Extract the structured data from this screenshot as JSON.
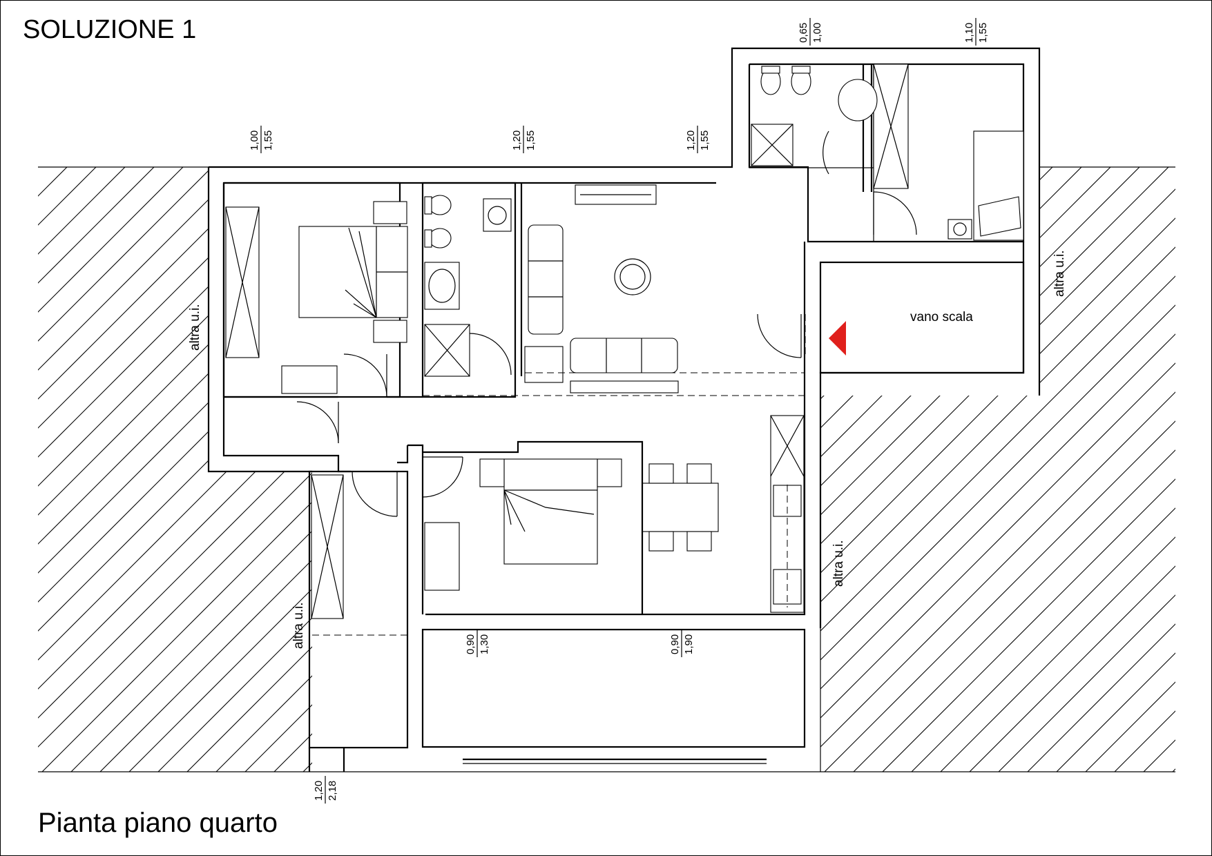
{
  "titles": {
    "solution": "SOLUZIONE 1",
    "floor": "Pianta piano quarto"
  },
  "labels": {
    "stair": "vano scala",
    "other_unit": "altra u.i."
  },
  "windows": [
    {
      "id": "w1",
      "top": "1,00",
      "bottom": "1,55"
    },
    {
      "id": "w2",
      "top": "1,20",
      "bottom": "1,55"
    },
    {
      "id": "w3",
      "top": "1,20",
      "bottom": "1,55"
    },
    {
      "id": "w4",
      "top": "0,65",
      "bottom": "1,00"
    },
    {
      "id": "w5",
      "top": "1,10",
      "bottom": "1,55"
    },
    {
      "id": "w6",
      "top": "0,90",
      "bottom": "1,30"
    },
    {
      "id": "w7",
      "top": "0,90",
      "bottom": "1,90"
    },
    {
      "id": "w8",
      "top": "1,20",
      "bottom": "2,18"
    }
  ],
  "colors": {
    "line": "#000000",
    "stair_arrow": "#e0201c",
    "background": "#ffffff"
  }
}
